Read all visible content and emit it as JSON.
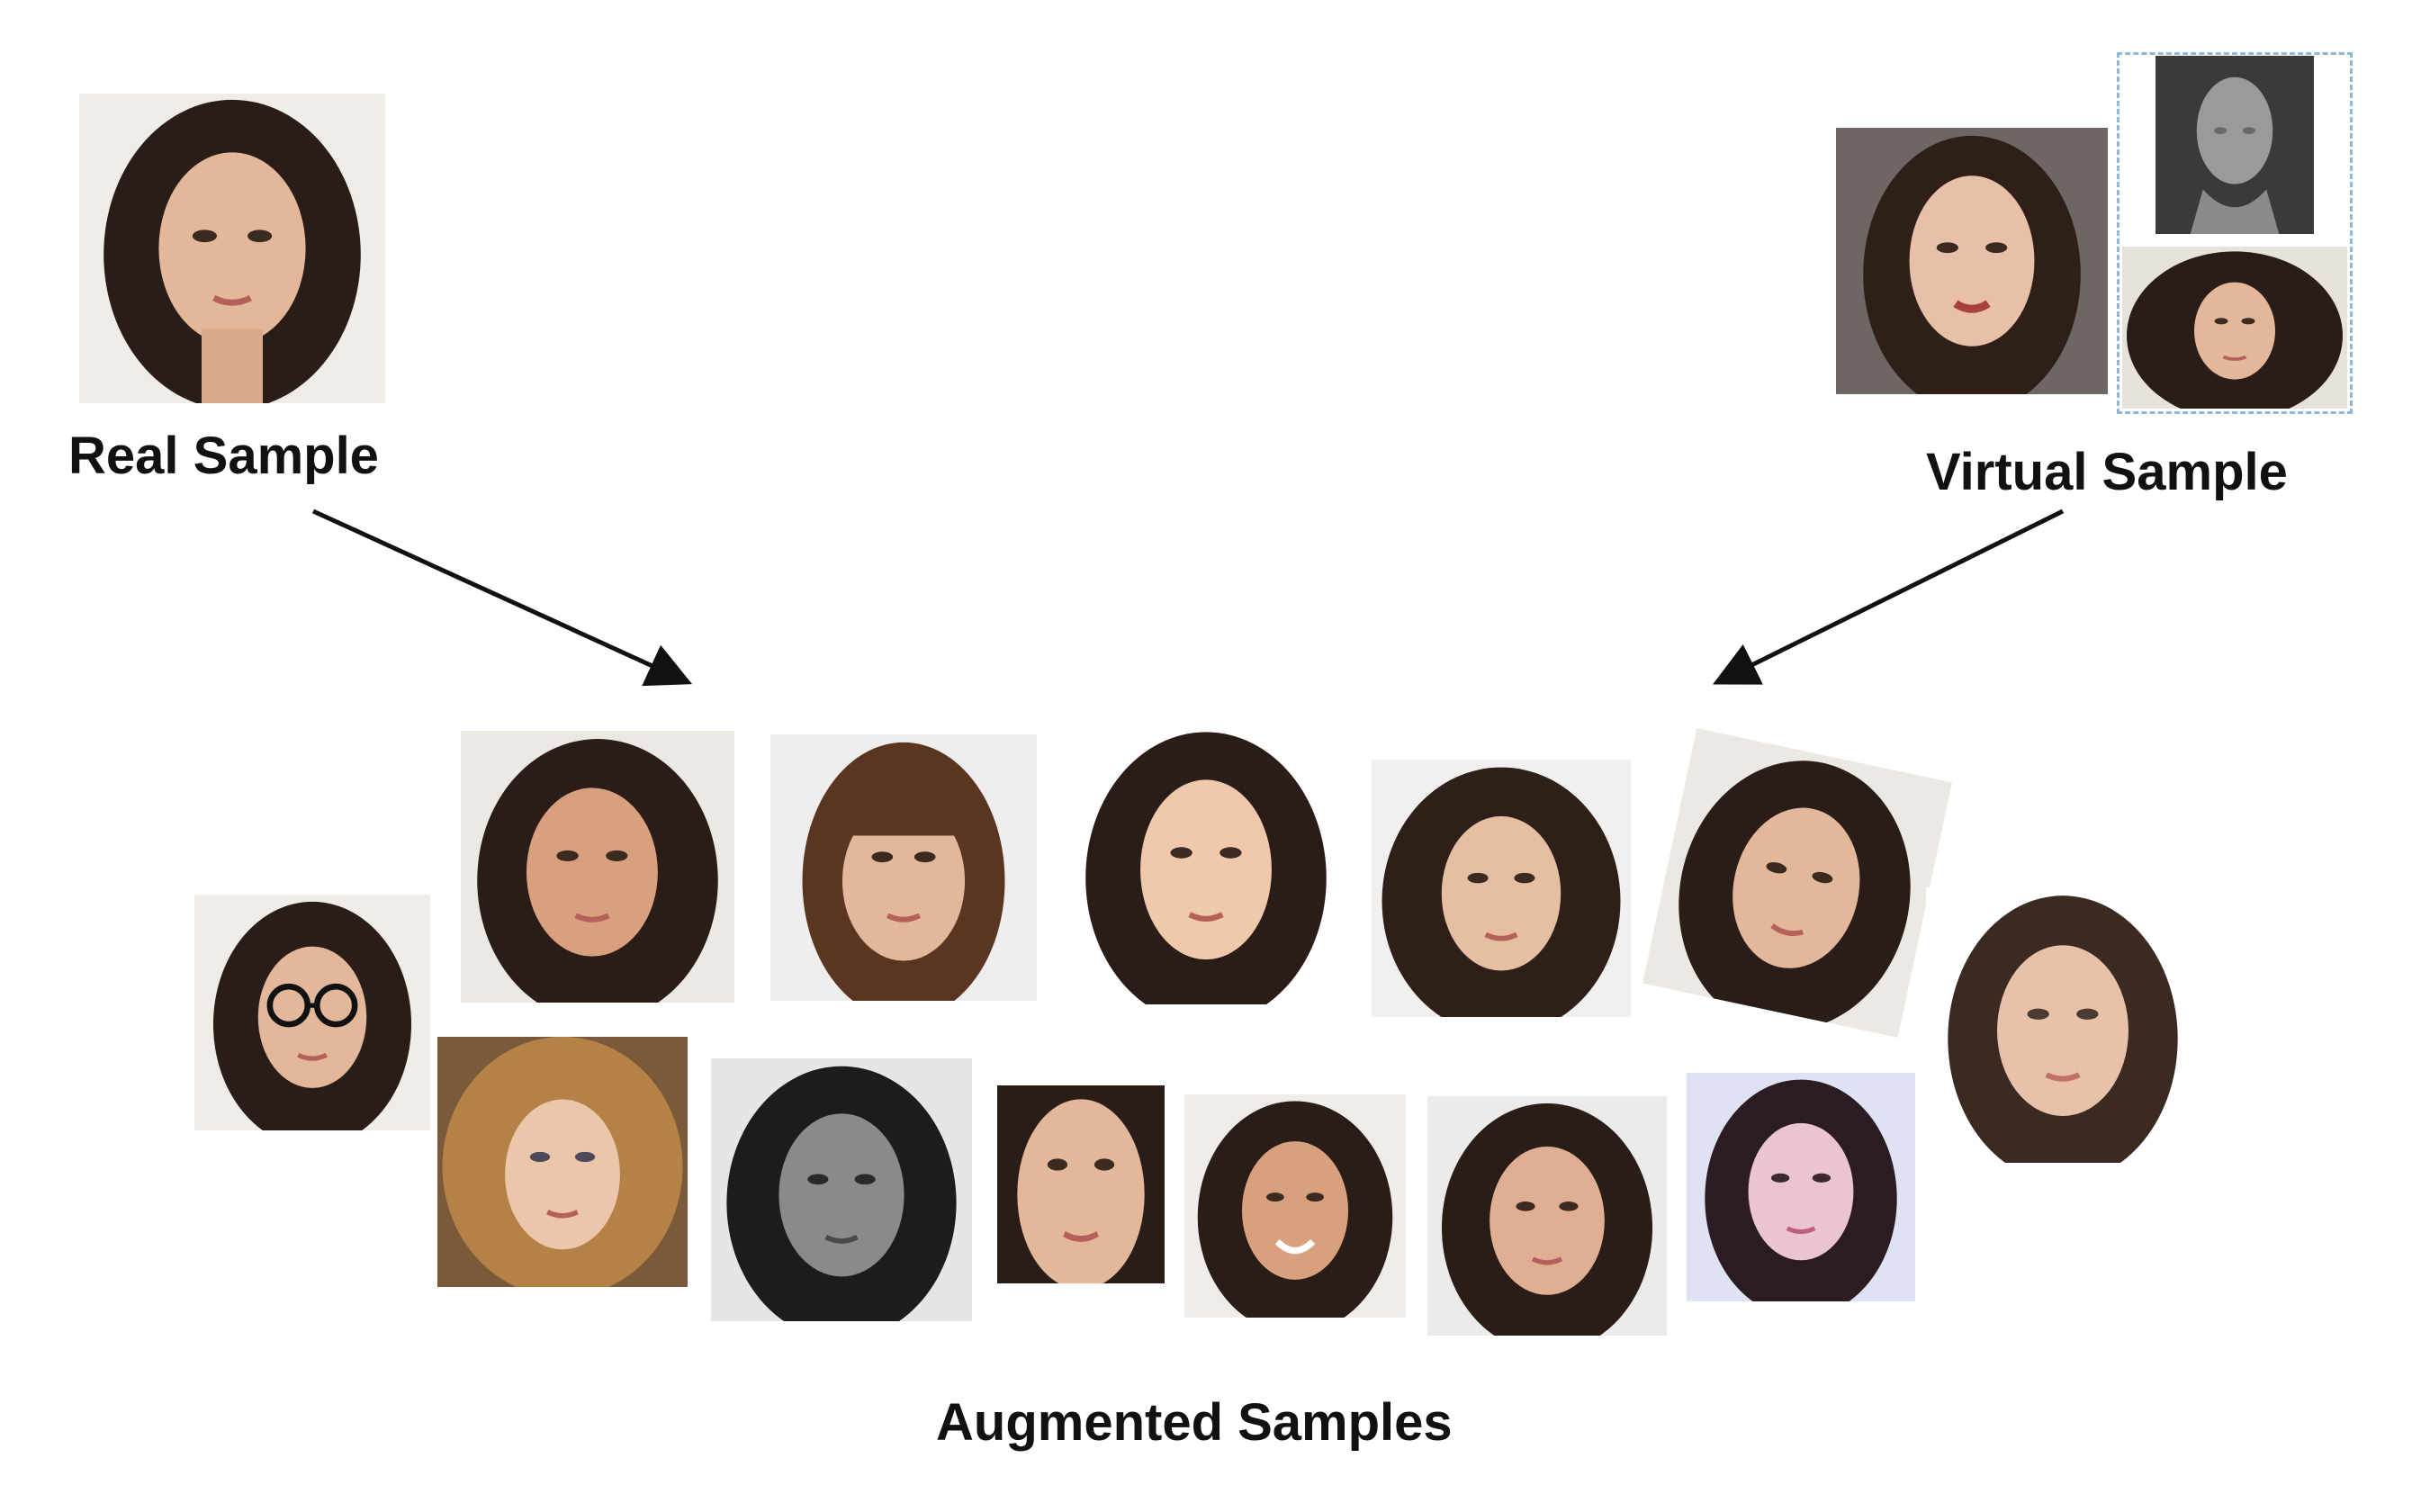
{
  "labels": {
    "real": "Real Sample",
    "virtual": "Virtual Sample",
    "augmented": "Augmented Samples"
  },
  "colors": {
    "arrow": "#111111",
    "dashed_border": "#8fb8d8",
    "hair_dark": "#2a1c16",
    "hair_brown": "#5a3522",
    "hair_blonde": "#b48246",
    "skin": "#e3b79a",
    "skin_gray": "#8a8a8a",
    "render_bg": "#6e6662",
    "head_gray": "#9a9a9a"
  },
  "icons": {
    "face_photo": "face-photo-icon",
    "mesh_head": "3d-head-icon"
  }
}
